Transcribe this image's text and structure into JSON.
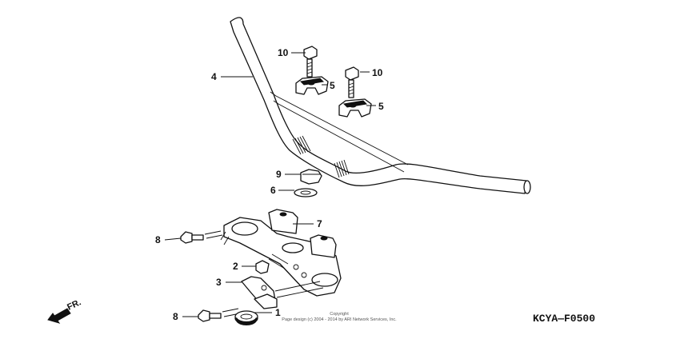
{
  "callouts": [
    {
      "id": "p4",
      "label": "4"
    },
    {
      "id": "p10a",
      "label": "10"
    },
    {
      "id": "p10b",
      "label": "10"
    },
    {
      "id": "p5a",
      "label": "5"
    },
    {
      "id": "p5b",
      "label": "5"
    },
    {
      "id": "p9",
      "label": "9"
    },
    {
      "id": "p6",
      "label": "6"
    },
    {
      "id": "p7",
      "label": "7"
    },
    {
      "id": "p8a",
      "label": "8"
    },
    {
      "id": "p8b",
      "label": "8"
    },
    {
      "id": "p2",
      "label": "2"
    },
    {
      "id": "p3",
      "label": "3"
    },
    {
      "id": "p1",
      "label": "1"
    }
  ],
  "direction_label": "FR.",
  "diagram_code": "KCYA—F0500",
  "copyright": {
    "line1": "Copyright",
    "line2": "Page design (c) 2004 - 2014 by ARI Network Services, Inc."
  }
}
